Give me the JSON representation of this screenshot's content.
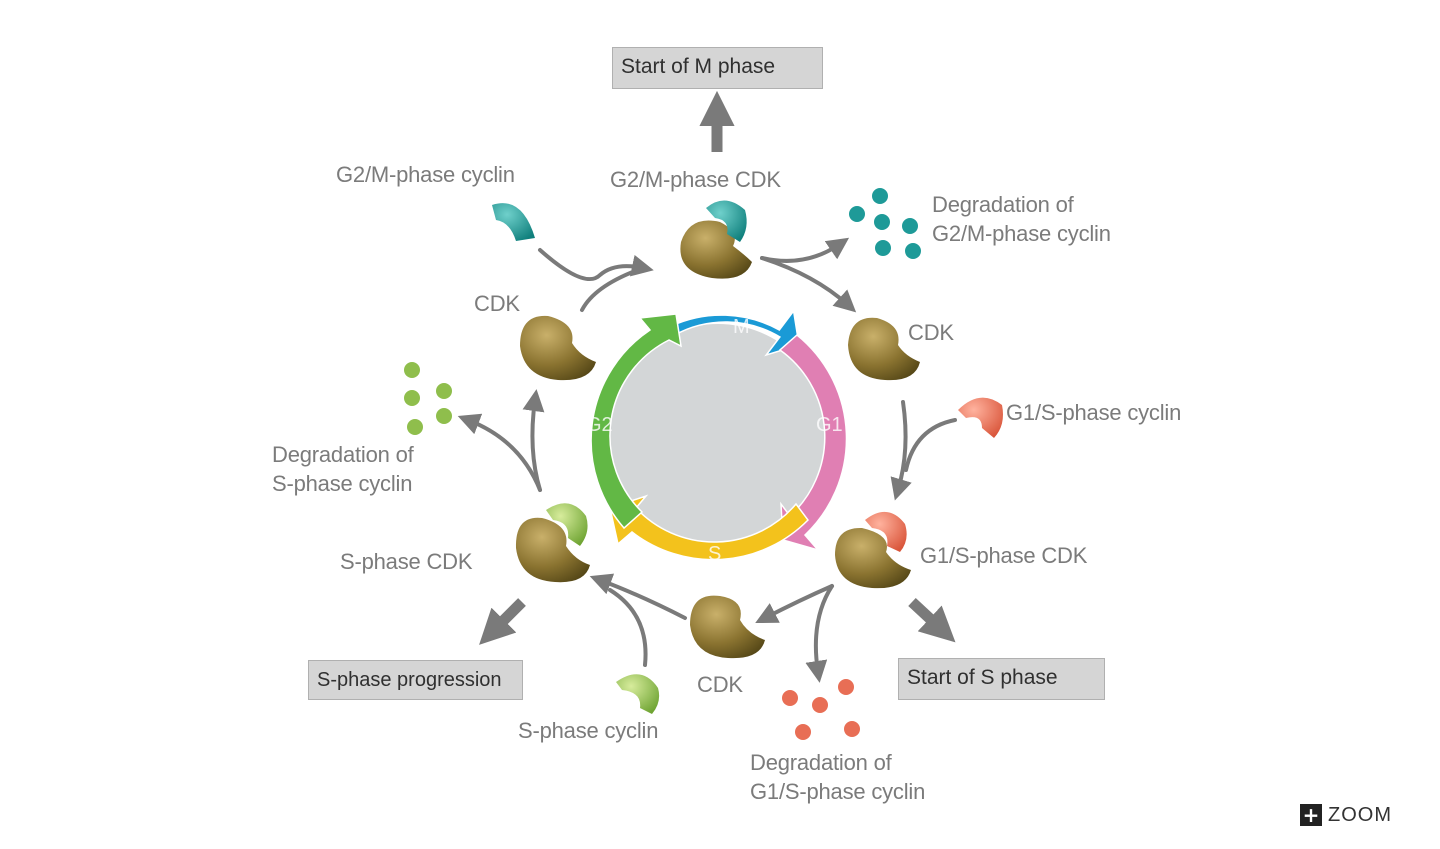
{
  "boxes": {
    "start_m": "Start of M phase",
    "start_s": "Start of S phase",
    "s_progression": "S-phase progression"
  },
  "cycle": {
    "m": "M",
    "g1": "G1",
    "s": "S",
    "g2": "G2"
  },
  "labels": {
    "g2m_cyclin": "G2/M-phase cyclin",
    "g2m_cdk": "G2/M-phase CDK",
    "deg_g2m_1": "Degradation of",
    "deg_g2m_2": "G2/M-phase cyclin",
    "cdk_right": "CDK",
    "g1s_cyclin": "G1/S-phase cyclin",
    "g1s_cdk": "G1/S-phase CDK",
    "cdk_bottom": "CDK",
    "deg_g1s_1": "Degradation of",
    "deg_g1s_2": "G1/S-phase cyclin",
    "s_cyclin": "S-phase cyclin",
    "s_cdk": "S-phase CDK",
    "deg_s_1": "Degradation of",
    "deg_s_2": "S-phase cyclin",
    "cdk_left": "CDK"
  },
  "zoom": {
    "icon": "+",
    "label": "ZOOM"
  },
  "colors": {
    "m_phase": "#1a9ad6",
    "g1_phase": "#e07fb3",
    "s_phase": "#f3c21c",
    "g2_phase": "#62b845",
    "center": "#d3d6d7",
    "cdk": "#7e6a2a",
    "g2m_cyclin": "#1e9a98",
    "g1s_cyclin": "#e86e55",
    "s_cyclin": "#8fbe4c",
    "arrow": "#7a7a7a"
  },
  "icons": [
    "cdk-icon",
    "cyclin-icon",
    "degradation-dots-icon",
    "zoom-icon"
  ]
}
